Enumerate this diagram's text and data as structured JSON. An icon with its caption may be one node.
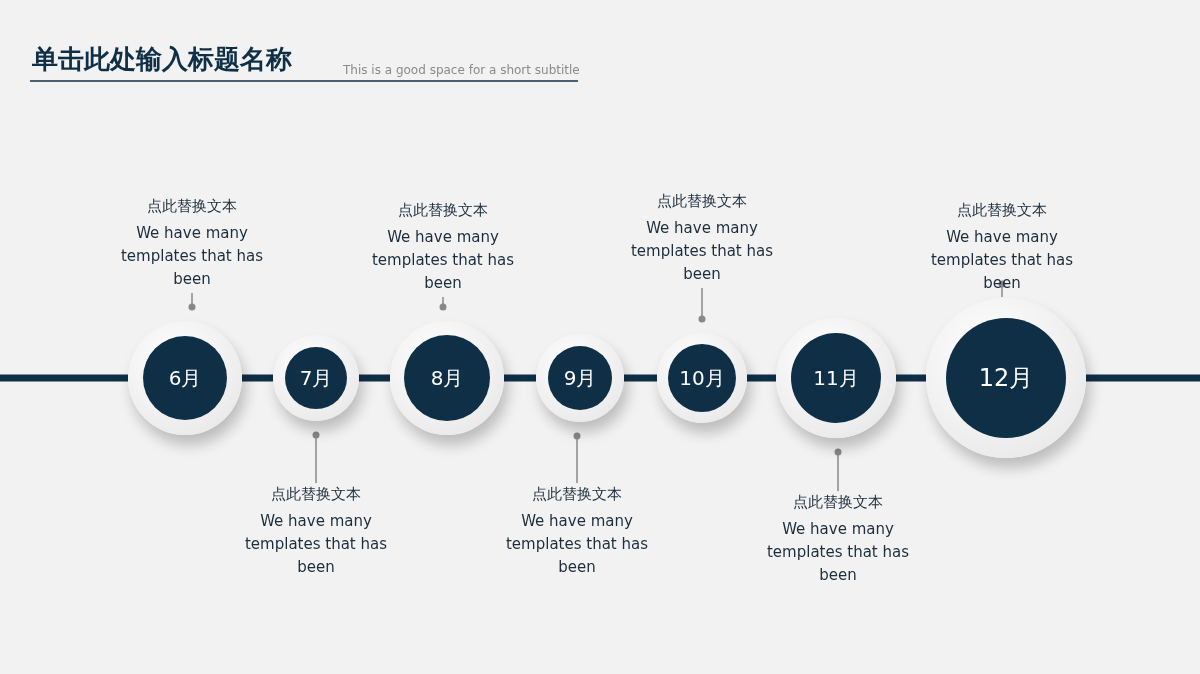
{
  "diagram": {
    "title": "单击此处输入标题名称",
    "nodes": [
      {
        "text": [
          "6月"
        ]
      },
      {
        "text": [
          "7月"
        ]
      },
      {
        "text": [
          "8月"
        ]
      },
      {
        "text": [
          "9月"
        ]
      },
      {
        "text": [
          "10月"
        ]
      },
      {
        "text": [
          "11月"
        ]
      },
      {
        "text": [
          "12月"
        ]
      },
      {
        "text": [
          "点此替换文本",
          "We have many templates that has been"
        ]
      },
      {
        "text": [
          "点此替换文本",
          "We have many templates that has been"
        ]
      },
      {
        "text": [
          "点此替换文本",
          "We have many templates that has been"
        ]
      },
      {
        "text": [
          "点此替换文本",
          "We have many templates that has been"
        ]
      },
      {
        "text": [
          "点此替换文本",
          "We have many templates that has been"
        ]
      },
      {
        "text": [
          "点此替换文本",
          "We have many templates that has been"
        ]
      },
      {
        "text": [
          "点此替换文本",
          "We have many templates that has been"
        ]
      }
    ],
    "edges": [
      {
        "from": null,
        "to": 0,
        "arrow": "none"
      },
      {
        "from": 0,
        "to": 1,
        "arrow": "none"
      },
      {
        "from": 1,
        "to": 2,
        "arrow": "none"
      },
      {
        "from": 2,
        "to": 3,
        "arrow": "none"
      },
      {
        "from": 3,
        "to": 4,
        "arrow": "none"
      },
      {
        "from": 4,
        "to": 5,
        "arrow": "none"
      },
      {
        "from": 5,
        "to": 6,
        "arrow": "none"
      },
      {
        "from": 6,
        "to": null,
        "arrow": "none"
      },
      {
        "from": 7,
        "to": 0,
        "arrow": "other",
        "color": "#888888"
      },
      {
        "from": 8,
        "to": 1,
        "arrow": "other",
        "color": "#888888"
      },
      {
        "from": 9,
        "to": 2,
        "arrow": "other",
        "color": "#888888"
      },
      {
        "from": 10,
        "to": 3,
        "arrow": "other",
        "color": "#888888"
      },
      {
        "from": 11,
        "to": 4,
        "arrow": "other",
        "color": "#888888"
      },
      {
        "from": 12,
        "to": 5,
        "arrow": "other",
        "color": "#888888"
      },
      {
        "from": 13,
        "to": 6,
        "arrow": "other",
        "color": "#888888"
      }
    ],
    "labels": [
      "This is a good space for a short subtitle"
    ]
  }
}
